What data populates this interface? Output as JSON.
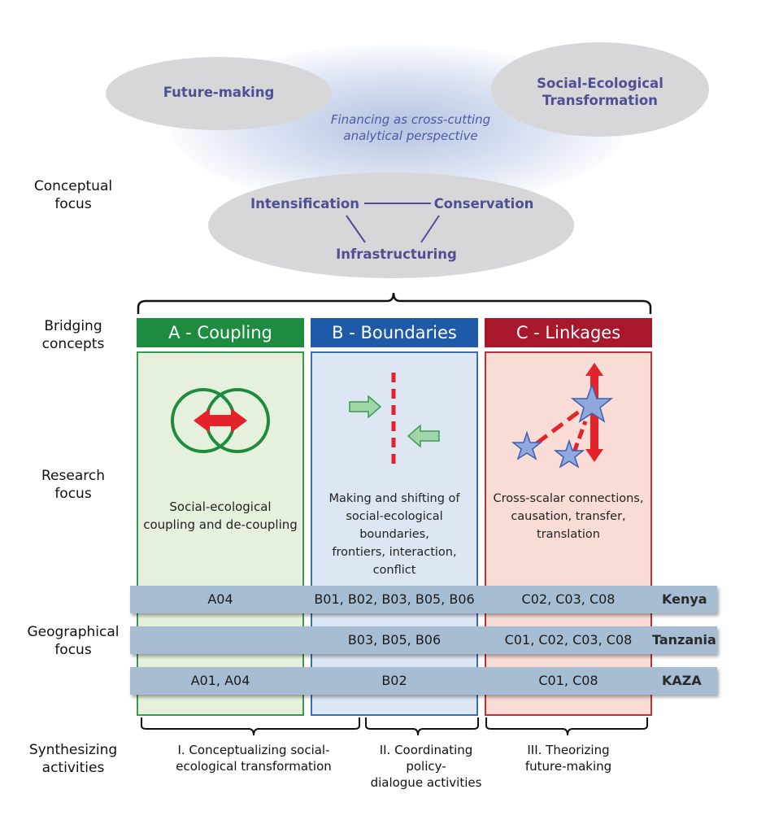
{
  "row_labels": {
    "conceptual": "Conceptual\nfocus",
    "bridging": "Bridging\nconcepts",
    "research": "Research\nfocus",
    "geographical": "Geographical\nfocus",
    "synthesizing": "Synthesizing\nactivities"
  },
  "top": {
    "future_making": "Future-making",
    "set": "Social-Ecological\nTransformation",
    "financing": "Financing as cross-cutting\nanalytical perspective"
  },
  "concepts": {
    "intensification": "Intensification",
    "conservation": "Conservation",
    "infrastructuring": "Infrastructuring"
  },
  "columns": [
    {
      "header": "A - Coupling",
      "color": "#1e8c3e",
      "panel_bg": "#e6f1dd",
      "border": "#3a9a52",
      "research": "Social-ecological\ncoupling and de-coupling"
    },
    {
      "header": "B - Boundaries",
      "color": "#1f5aa8",
      "panel_bg": "#dde7f4",
      "border": "#3d6db6",
      "research": "Making and shifting of\nsocial-ecological boundaries,\nfrontiers, interaction, conflict"
    },
    {
      "header": "C - Linkages",
      "color": "#a9182a",
      "panel_bg": "#f9dcd6",
      "border": "#c0303b",
      "research": "Cross-scalar connections,\ncausation, transfer,\ntranslation"
    }
  ],
  "geography": [
    {
      "name": "Kenya",
      "a": "A04",
      "b": "B01, B02, B03, B05, B06",
      "c": "C02, C03, C08"
    },
    {
      "name": "Tanzania",
      "a": "",
      "b": "B03, B05, B06",
      "c": "C01, C02, C03, C08"
    },
    {
      "name": "KAZA",
      "a": "A01, A04",
      "b": "B02",
      "c": "C01, C08"
    }
  ],
  "synthesizing": [
    "I. Conceptualizing social-\necological transformation",
    "II. Coordinating policy-\ndialogue activities",
    "III. Theorizing\nfuture-making"
  ],
  "colors": {
    "concept_text": "#4f4f96",
    "ellipse": "#d7d7d9",
    "geo_bar": "#a7bdd4",
    "icon_red": "#e32229",
    "icon_green": "#1e8c3e",
    "arrow_green": "#9fd7a6",
    "star_blue": "#8fa9de"
  }
}
